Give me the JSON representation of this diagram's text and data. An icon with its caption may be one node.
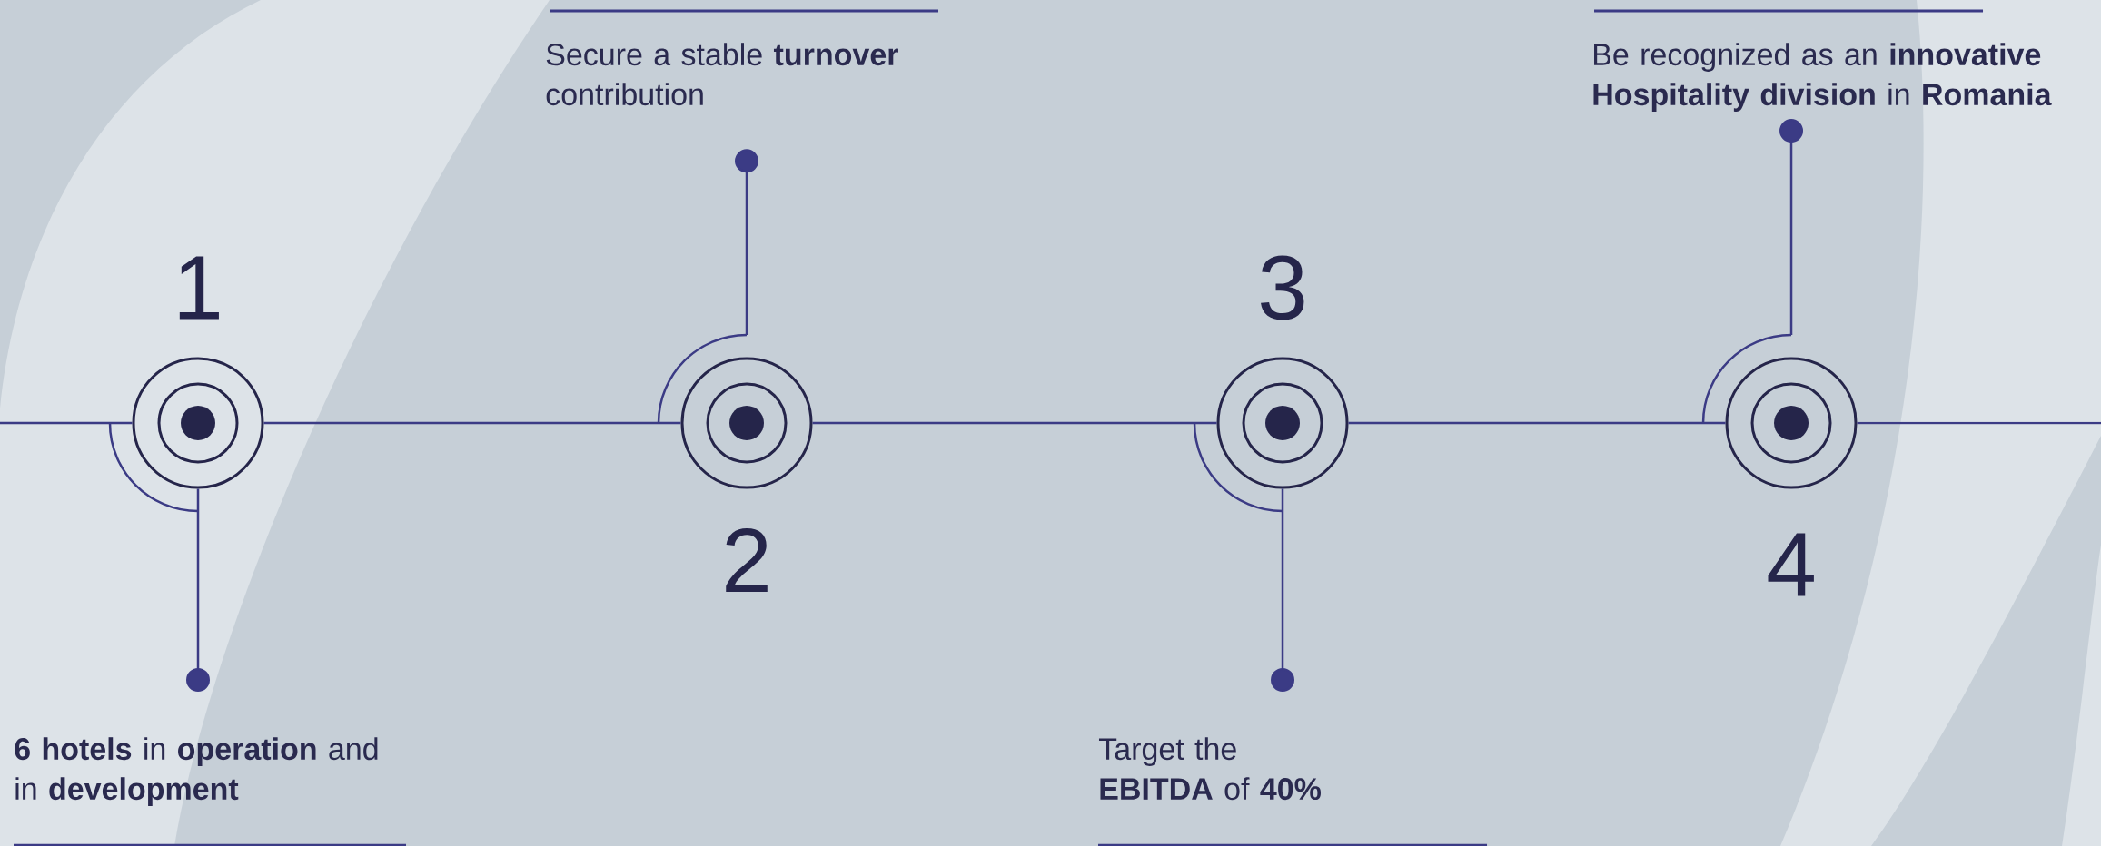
{
  "diagram": {
    "nodes": [
      {
        "text": [],
        "shape": "circle",
        "beside": [
          "1"
        ]
      },
      {
        "text": [],
        "shape": "circle",
        "beside": [
          "2"
        ]
      },
      {
        "text": [],
        "shape": "circle",
        "beside": [
          "3"
        ]
      },
      {
        "text": [],
        "shape": "circle",
        "beside": [
          "4"
        ]
      },
      {
        "text": [
          "**6 hotels** in **operation** and in **development**"
        ]
      },
      {
        "text": [
          "Secure a stable **turnover** contribution"
        ]
      },
      {
        "text": [
          "Target the **EBITDA** of **40%**"
        ]
      },
      {
        "text": [
          "Be recognized as an **innovative Hospitality division** in **Romania**"
        ]
      }
    ],
    "edges": [
      {
        "from": null,
        "to": 0,
        "arrow": "none"
      },
      {
        "from": 0,
        "to": 1,
        "arrow": "none"
      },
      {
        "from": 1,
        "to": 2,
        "arrow": "none"
      },
      {
        "from": 2,
        "to": 3,
        "arrow": "none"
      },
      {
        "from": 3,
        "to": null,
        "arrow": "none"
      },
      {
        "from": 0,
        "to": 4,
        "arrow": "other"
      },
      {
        "from": 1,
        "to": 5,
        "arrow": "other"
      },
      {
        "from": 2,
        "to": 6,
        "arrow": "other"
      },
      {
        "from": 3,
        "to": 7,
        "arrow": "other"
      }
    ]
  }
}
